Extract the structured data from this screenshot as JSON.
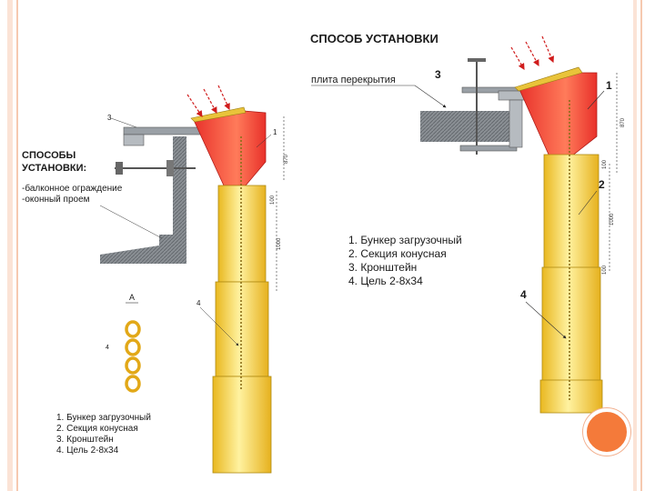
{
  "title": "СПОСОБ УСТАНОВКИ",
  "left_heading": [
    "СПОСОБЫ",
    "УСТАНОВКИ:"
  ],
  "left_options": [
    "-балконное ограждение",
    "-оконный проем"
  ],
  "slab_label": "плита перекрытия",
  "callouts": {
    "one": "1",
    "two": "2",
    "three": "3",
    "four": "4",
    "a": "А"
  },
  "dims": {
    "d870": "870",
    "d1000": "1000",
    "d100": "100"
  },
  "legend_right": [
    "1. Бункер загрузочный",
    "2. Секция конусная",
    "3. Кронштейн",
    "4. Цель 2-8х34"
  ],
  "legend_left": [
    "1. Бункер загрузочный",
    "2. Секция конусная",
    "3. Кронштейн",
    "4. Цель 2-8х34"
  ],
  "colors": {
    "hopper": "#e8302a",
    "section": "#f6d23a",
    "accent_circle": "#f47a3a",
    "steel": "#9aa0a6"
  }
}
